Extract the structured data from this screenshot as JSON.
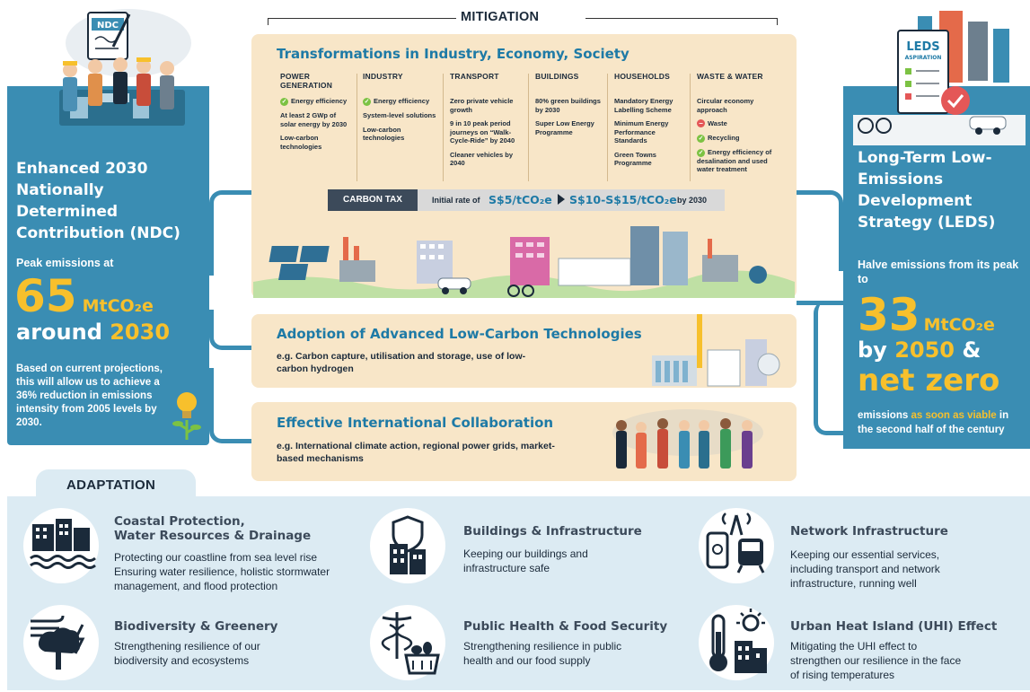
{
  "mitigation": {
    "label": "MITIGATION",
    "main_card": {
      "title": "Transformations in Industry, Economy, Society",
      "sectors": [
        {
          "heading_lines": [
            "POWER",
            "GENERATION"
          ],
          "items": [
            {
              "text": "Energy efficiency",
              "marker": "green-check"
            },
            {
              "text": "At least 2 GWp of solar energy by 2030",
              "marker": "none"
            },
            {
              "text": "Low-carbon technologies",
              "marker": "none"
            }
          ]
        },
        {
          "heading_lines": [
            "INDUSTRY"
          ],
          "items": [
            {
              "text": "Energy efficiency",
              "marker": "green-check"
            },
            {
              "text": "System-level solutions",
              "marker": "none"
            },
            {
              "text": "Low-carbon technologies",
              "marker": "none"
            }
          ]
        },
        {
          "heading_lines": [
            "TRANSPORT"
          ],
          "items": [
            {
              "text": "Zero private vehicle growth",
              "marker": "none"
            },
            {
              "text": "9 in 10 peak period journeys on “Walk-Cycle-Ride” by 2040",
              "marker": "none"
            },
            {
              "text": "Cleaner vehicles by 2040",
              "marker": "none"
            }
          ]
        },
        {
          "heading_lines": [
            "BUILDINGS"
          ],
          "items": [
            {
              "text": "80% green buildings by 2030",
              "marker": "none"
            },
            {
              "text": "Super Low Energy Programme",
              "marker": "none"
            }
          ]
        },
        {
          "heading_lines": [
            "HOUSEHOLDS"
          ],
          "items": [
            {
              "text": "Mandatory Energy Labelling Scheme",
              "marker": "none"
            },
            {
              "text": "Minimum Energy Performance Standards",
              "marker": "none"
            },
            {
              "text": "Green Towns Programme",
              "marker": "none"
            }
          ]
        },
        {
          "heading_lines": [
            "WASTE & WATER"
          ],
          "items": [
            {
              "text": "Circular economy approach",
              "marker": "none"
            },
            {
              "text": "Waste",
              "marker": "red-minus"
            },
            {
              "text": "Recycling",
              "marker": "green-check"
            },
            {
              "text": "Energy efficiency of desalination and used water treatment",
              "marker": "green-check"
            }
          ]
        }
      ],
      "carbon_tax": {
        "label": "CARBON TAX",
        "initial_text": "Initial rate of",
        "value_from": "S$5/tCO₂e",
        "value_to": "S$10-S$15/tCO₂e",
        "by_text": "by 2030"
      }
    },
    "adoption": {
      "title": "Adoption of Advanced Low-Carbon Technologies",
      "subtitle": "e.g. Carbon capture, utilisation and storage, use of low-carbon hydrogen"
    },
    "collaboration": {
      "title": "Effective International Collaboration",
      "subtitle": "e.g. International climate action, regional power grids, market-based mechanisms"
    }
  },
  "ndc": {
    "badge": "NDC",
    "title": "Enhanced 2030 Nationally Determined Contribution (NDC)",
    "peak_text": "Peak emissions at",
    "big_number": "65",
    "unit": "MtCO₂e",
    "around": "around",
    "year": "2030",
    "description": "Based on current projections, this will allow us to achieve a 36% reduction in emissions intensity from 2005 levels by 2030."
  },
  "leds": {
    "badge_lines": [
      "LEDS",
      "ASPIRATION"
    ],
    "title": "Long-Term Low-Emissions Development Strategy (LEDS)",
    "halve_text": "Halve emissions from its peak to",
    "big_number": "33",
    "unit": "MtCO₂e",
    "by": "by",
    "year": "2050",
    "amp": "&",
    "net_zero": "net zero",
    "desc_prefix": "emissions",
    "desc_highlight": "as soon as viable",
    "desc_suffix": "in",
    "desc_line2": "the second half of the century"
  },
  "adaptation": {
    "label": "ADAPTATION",
    "items": [
      {
        "icon": "coastal-building-waves-icon",
        "title_lines": [
          "Coastal Protection,",
          "Water Resources & Drainage"
        ],
        "description_lines": [
          "Protecting our coastline from sea level rise",
          "Ensuring water resilience, holistic stormwater",
          "management, and flood protection"
        ]
      },
      {
        "icon": "shield-building-icon",
        "title_lines": [
          "Buildings & Infrastructure"
        ],
        "description_lines": [
          "Keeping our buildings and",
          "infrastructure safe"
        ]
      },
      {
        "icon": "phone-train-antenna-icon",
        "title_lines": [
          "Network Infrastructure"
        ],
        "description_lines": [
          "Keeping our essential services,",
          "including transport and network",
          "infrastructure, running well"
        ]
      },
      {
        "icon": "tree-wind-lightning-icon",
        "title_lines": [
          "Biodiversity & Greenery"
        ],
        "description_lines": [
          "Strengthening resilience of our",
          "biodiversity and ecosystems"
        ]
      },
      {
        "icon": "caduceus-food-basket-icon",
        "title_lines": [
          "Public Health & Food Security"
        ],
        "description_lines": [
          "Strengthening resilience in public",
          "health and our food supply"
        ]
      },
      {
        "icon": "thermometer-sun-building-icon",
        "title_lines": [
          "Urban Heat Island (UHI) Effect"
        ],
        "description_lines": [
          "Mitigating the UHI effect to",
          "strengthen our resilience in the face",
          "of rising temperatures"
        ]
      }
    ]
  },
  "colors": {
    "panel_blue": "#3a8db3",
    "highlight_yellow": "#f7c02c",
    "card_beige": "#f8e6c8",
    "title_blue": "#1e7aa6",
    "adaptation_bg": "#dcebf3",
    "dark_text": "#1b2a3a"
  }
}
